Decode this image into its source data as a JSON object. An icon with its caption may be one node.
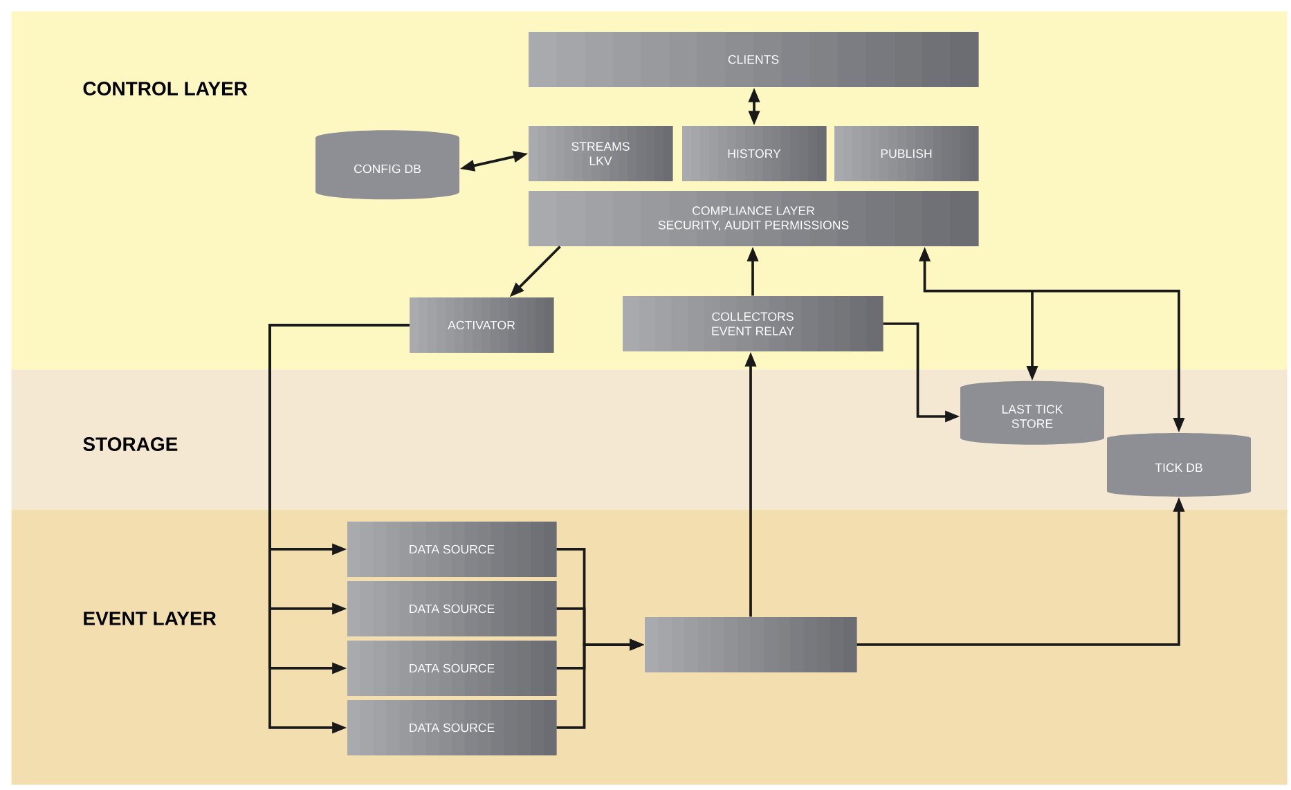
{
  "diagram": {
    "nodes": [
      {
        "text": [
          "CONTROL LAYER"
        ]
      },
      {
        "text": [
          "STORAGE"
        ]
      },
      {
        "text": [
          "EVENT LAYER"
        ]
      },
      {
        "text": [
          "CLIENTS"
        ],
        "in": 0
      },
      {
        "text": [
          "CONFIG DB"
        ],
        "in": 0
      },
      {
        "text": [
          "STREAMS",
          "LKV"
        ],
        "in": 0
      },
      {
        "text": [
          "HISTORY"
        ],
        "in": 0
      },
      {
        "text": [
          "PUBLISH"
        ],
        "in": 0
      },
      {
        "text": [
          "COMPLIANCE LAYER",
          "SECURITY, AUDIT PERMISSIONS"
        ],
        "in": 0
      },
      {
        "text": [
          "ACTIVATOR"
        ],
        "in": 0
      },
      {
        "text": [
          "COLLECTORS",
          "EVENT RELAY"
        ],
        "in": 0
      },
      {
        "text": [
          "LAST TICK",
          "STORE"
        ],
        "in": 1
      },
      {
        "text": [
          "TICK DB"
        ],
        "in": 1
      },
      {
        "text": [
          "DATA SOURCE"
        ],
        "in": 2
      },
      {
        "text": [
          "DATA SOURCE"
        ],
        "in": 2
      },
      {
        "text": [
          "DATA SOURCE"
        ],
        "in": 2
      },
      {
        "text": [
          "DATA SOURCE"
        ],
        "in": 2
      },
      {
        "text": [],
        "in": 2,
        "shape": "box"
      }
    ],
    "edges": [
      {
        "from": 3,
        "to": 6,
        "arrow": "both"
      },
      {
        "from": 4,
        "to": 5,
        "arrow": "both"
      },
      {
        "from": 8,
        "to": 9,
        "arrow": "to"
      },
      {
        "from": 10,
        "to": 8,
        "arrow": "to"
      },
      {
        "from": 8,
        "to": 11,
        "arrow": "both"
      },
      {
        "from": 8,
        "to": 12,
        "arrow": "both"
      },
      {
        "from": 10,
        "to": 11,
        "arrow": "to"
      },
      {
        "from": 9,
        "to": 13,
        "arrow": "to"
      },
      {
        "from": 9,
        "to": 14,
        "arrow": "to"
      },
      {
        "from": 9,
        "to": 15,
        "arrow": "to"
      },
      {
        "from": 9,
        "to": 16,
        "arrow": "to"
      },
      {
        "from": 13,
        "to": 17,
        "arrow": "to"
      },
      {
        "from": 14,
        "to": 17,
        "arrow": "to"
      },
      {
        "from": 15,
        "to": 17,
        "arrow": "to"
      },
      {
        "from": 16,
        "to": 17,
        "arrow": "to"
      },
      {
        "from": 17,
        "to": 10,
        "arrow": "to"
      },
      {
        "from": 17,
        "to": 12,
        "arrow": "to"
      }
    ]
  }
}
